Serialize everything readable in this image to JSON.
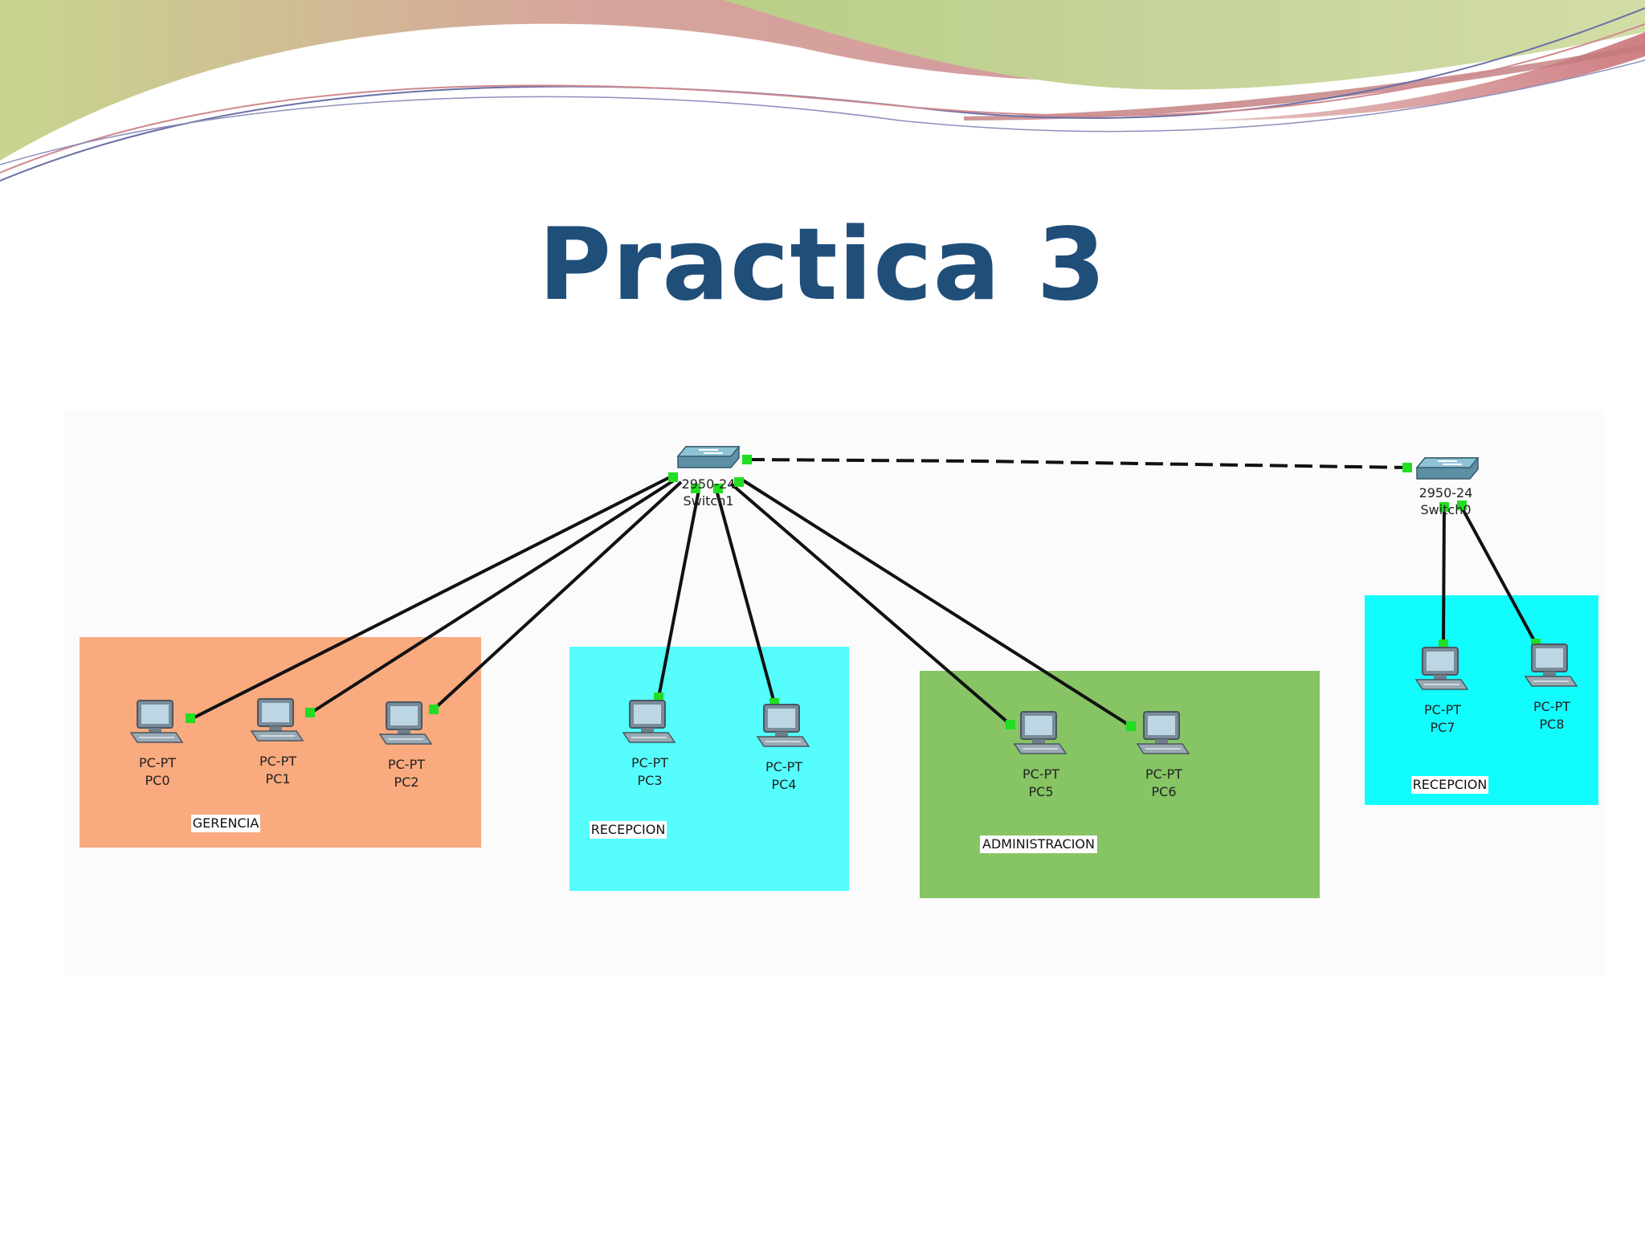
{
  "slide": {
    "title": "Practica 3"
  },
  "colors": {
    "title": "#1f4e79",
    "gerencia_zone": "#f9aa7e",
    "recepcion_zone": "#55fdfd",
    "recepcion_zone_2": "#11fdfd",
    "administracion_zone": "#86c464",
    "link": "#111111",
    "port_led": "#22dd22"
  },
  "diagram": {
    "switches": [
      {
        "id": "switch1",
        "model": "2950-24",
        "name": "Switch1",
        "icon": "switch-icon"
      },
      {
        "id": "switch0",
        "model": "2950-24",
        "name": "Switch0",
        "icon": "switch-icon"
      }
    ],
    "pcs": [
      {
        "id": "pc0",
        "type": "PC-PT",
        "name": "PC0",
        "icon": "pc-icon"
      },
      {
        "id": "pc1",
        "type": "PC-PT",
        "name": "PC1",
        "icon": "pc-icon"
      },
      {
        "id": "pc2",
        "type": "PC-PT",
        "name": "PC2",
        "icon": "pc-icon"
      },
      {
        "id": "pc3",
        "type": "PC-PT",
        "name": "PC3",
        "icon": "pc-icon"
      },
      {
        "id": "pc4",
        "type": "PC-PT",
        "name": "PC4",
        "icon": "pc-icon"
      },
      {
        "id": "pc5",
        "type": "PC-PT",
        "name": "PC5",
        "icon": "pc-icon"
      },
      {
        "id": "pc6",
        "type": "PC-PT",
        "name": "PC6",
        "icon": "pc-icon"
      },
      {
        "id": "pc7",
        "type": "PC-PT",
        "name": "PC7",
        "icon": "pc-icon"
      },
      {
        "id": "pc8",
        "type": "PC-PT",
        "name": "PC8",
        "icon": "pc-icon"
      }
    ],
    "zones": [
      {
        "id": "gerencia",
        "label": "GERENCIA"
      },
      {
        "id": "recepcion",
        "label": "RECEPCION"
      },
      {
        "id": "administracion",
        "label": "ADMINISTRACION"
      },
      {
        "id": "recepcion2",
        "label": "RECEPCION"
      }
    ],
    "links": [
      {
        "from": "switch1",
        "to": "pc0",
        "style": "solid"
      },
      {
        "from": "switch1",
        "to": "pc1",
        "style": "solid"
      },
      {
        "from": "switch1",
        "to": "pc2",
        "style": "solid"
      },
      {
        "from": "switch1",
        "to": "pc3",
        "style": "solid"
      },
      {
        "from": "switch1",
        "to": "pc4",
        "style": "solid"
      },
      {
        "from": "switch1",
        "to": "pc5",
        "style": "solid"
      },
      {
        "from": "switch1",
        "to": "pc6",
        "style": "solid"
      },
      {
        "from": "switch0",
        "to": "pc7",
        "style": "solid"
      },
      {
        "from": "switch0",
        "to": "pc8",
        "style": "solid"
      },
      {
        "from": "switch1",
        "to": "switch0",
        "style": "dashed"
      }
    ]
  }
}
